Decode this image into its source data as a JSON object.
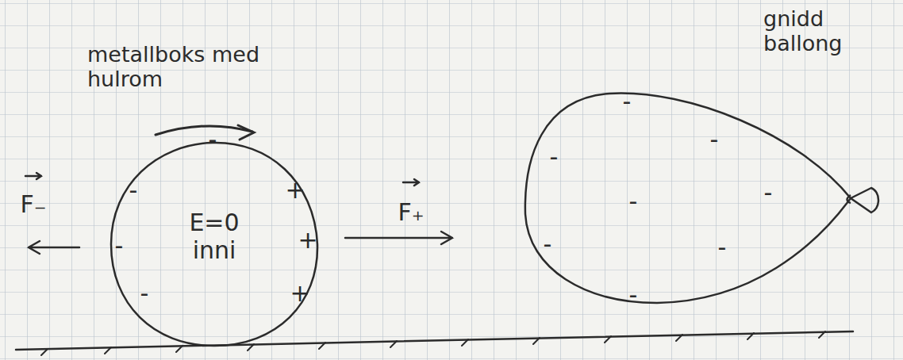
{
  "diagram": {
    "nodes": [
      {
        "text": [
          "metallboks med hulrom",
          "E=0 inni"
        ]
      },
      {
        "text": [
          "gnidd ballong"
        ]
      }
    ],
    "labels": [
      "F₋",
      "F₊",
      "-",
      "-",
      "-",
      "-",
      "+",
      "+",
      "+",
      "-",
      "-",
      "-",
      "-",
      "-",
      "-",
      "-",
      "-"
    ]
  }
}
